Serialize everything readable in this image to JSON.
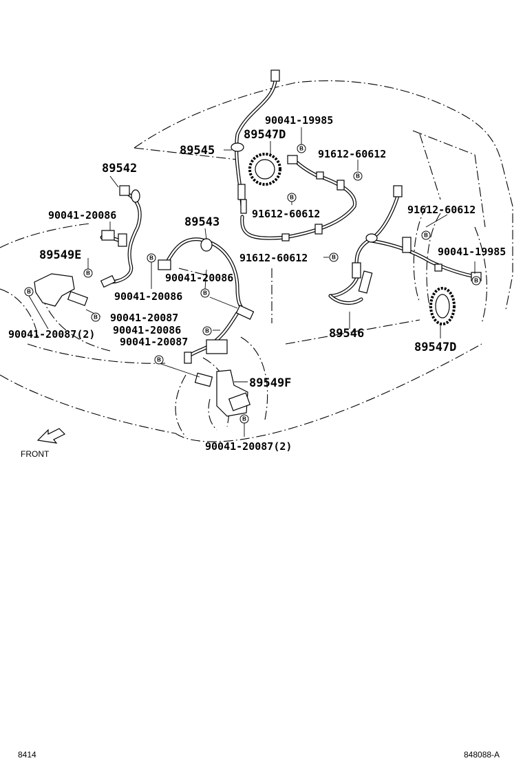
{
  "labels": {
    "p89542": "89542",
    "p89545": "89545",
    "p89547d_top": "89547D",
    "p89543": "89543",
    "p89549e": "89549E",
    "p89546": "89546",
    "p89547d_bottom": "89547D",
    "p89549f": "89549F",
    "b90041_19985_top": "90041-19985",
    "b90041_19985_right": "90041-19985",
    "b91612_60612_a": "91612-60612",
    "b91612_60612_b": "91612-60612",
    "b91612_60612_c": "91612-60612",
    "b91612_60612_d": "91612-60612",
    "b90041_20086_a": "90041-20086",
    "b90041_20086_b": "90041-20086",
    "b90041_20086_c": "90041-20086",
    "b90041_20086_d": "90041-20086",
    "b90041_20087_a": "90041-20087",
    "b90041_20087_2_left": "90041-20087(2)",
    "b90041_20087_b": "90041-20087",
    "b90041_20087_2_bottom": "90041-20087(2)",
    "bolt_mark": "B",
    "front": "FRONT",
    "footer_left": "8414",
    "footer_right": "848088-A"
  }
}
